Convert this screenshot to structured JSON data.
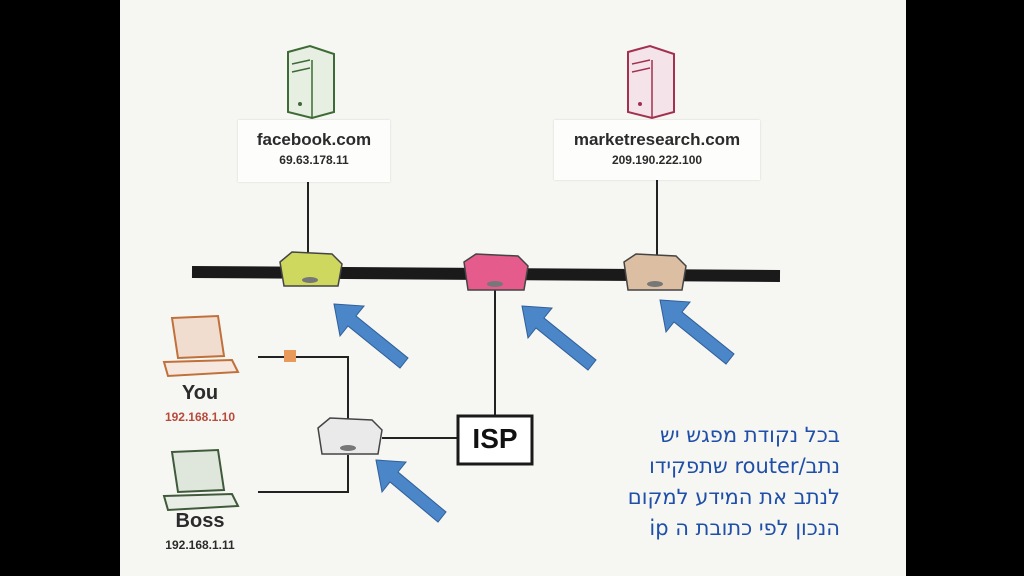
{
  "servers": [
    {
      "name": "facebook.com",
      "ip": "69.63.178.11",
      "color": "#5a8a4a"
    },
    {
      "name": "marketresearch.com",
      "ip": "209.190.222.100",
      "color": "#a8325a"
    }
  ],
  "clients": [
    {
      "name": "You",
      "ip": "192.168.1.10",
      "color": "#c0703a"
    },
    {
      "name": "Boss",
      "ip": "192.168.1.11",
      "color": "#3f5a3a"
    }
  ],
  "isp_label": "ISP",
  "router_colors": [
    "#c9d65a",
    "#e05a8a",
    "#d8b89a",
    "#e8e8e8"
  ],
  "arrow_color": "#4a86c8",
  "caption_lines": [
    "בכל נקודת מפגש יש",
    "נתב/router שתפקידו",
    "לנתב את המידע למקום",
    "הנכון לפי כתובת ה  ip"
  ]
}
